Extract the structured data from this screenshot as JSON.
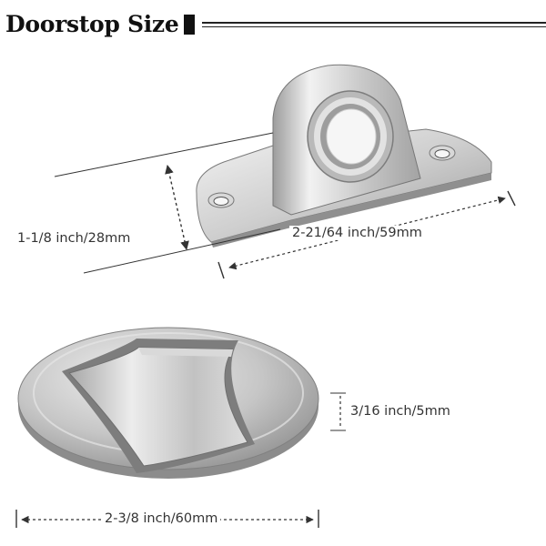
{
  "header": {
    "title": "Doorstop Size"
  },
  "dimensions": {
    "height": "1-1/8 inch/28mm",
    "length": "2-21/64 inch/59mm",
    "thickness": "3/16 inch/5mm",
    "diameter": "2-3/8 inch/60mm"
  },
  "colors": {
    "metal_light": "#eeeeee",
    "metal_mid": "#bdbdbd",
    "metal_dark": "#8a8a8a",
    "line": "#333333"
  }
}
